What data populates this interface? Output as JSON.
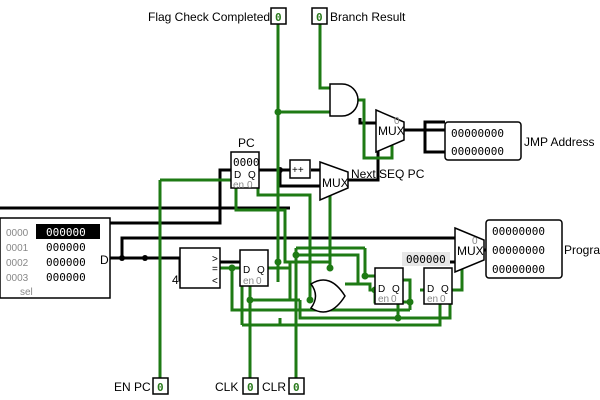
{
  "io": {
    "flag_check": {
      "label": "Flag Check Completed",
      "value": "0"
    },
    "branch_result": {
      "label": "Branch Result",
      "value": "0"
    },
    "jmp_address": {
      "label": "JMP Address",
      "row1": "00000000",
      "row2": "00000000"
    },
    "program": {
      "label": "Program",
      "row1": "00000000",
      "row2": "00000000",
      "row3": "00000000"
    },
    "en_pc": {
      "label": "EN PC",
      "value": "0"
    },
    "clk": {
      "label": "CLK",
      "value": "0"
    },
    "clr": {
      "label": "CLR",
      "value": "0"
    },
    "mux_const": "000000"
  },
  "components": {
    "pc": {
      "title": "PC",
      "value": "0000",
      "d": "D",
      "q": "Q",
      "en": "en",
      "zero": "0"
    },
    "incrementer": "++",
    "mux_top": {
      "label": "MUX",
      "sel": "0"
    },
    "mux_mid": {
      "label": "MUX",
      "sel": "0",
      "caption": "Next SEQ PC"
    },
    "mux_prog": {
      "label": "MUX",
      "sel": "0"
    },
    "comparator": {
      "width": "4",
      "gt": ">",
      "eq": "=",
      "lt": "<"
    },
    "ff1": {
      "d": "D",
      "q": "Q",
      "en": "en",
      "zero": "0"
    },
    "ff2": {
      "d": "D",
      "q": "Q",
      "en": "en",
      "zero": "0"
    },
    "ff3": {
      "d": "D",
      "q": "Q",
      "en": "en",
      "zero": "0"
    },
    "d_label": "D"
  },
  "rom": {
    "addresses": [
      "0000",
      "0001",
      "0002",
      "0003"
    ],
    "values": [
      "000000",
      "000000",
      "000000",
      "000000"
    ],
    "sel_label": "sel"
  }
}
